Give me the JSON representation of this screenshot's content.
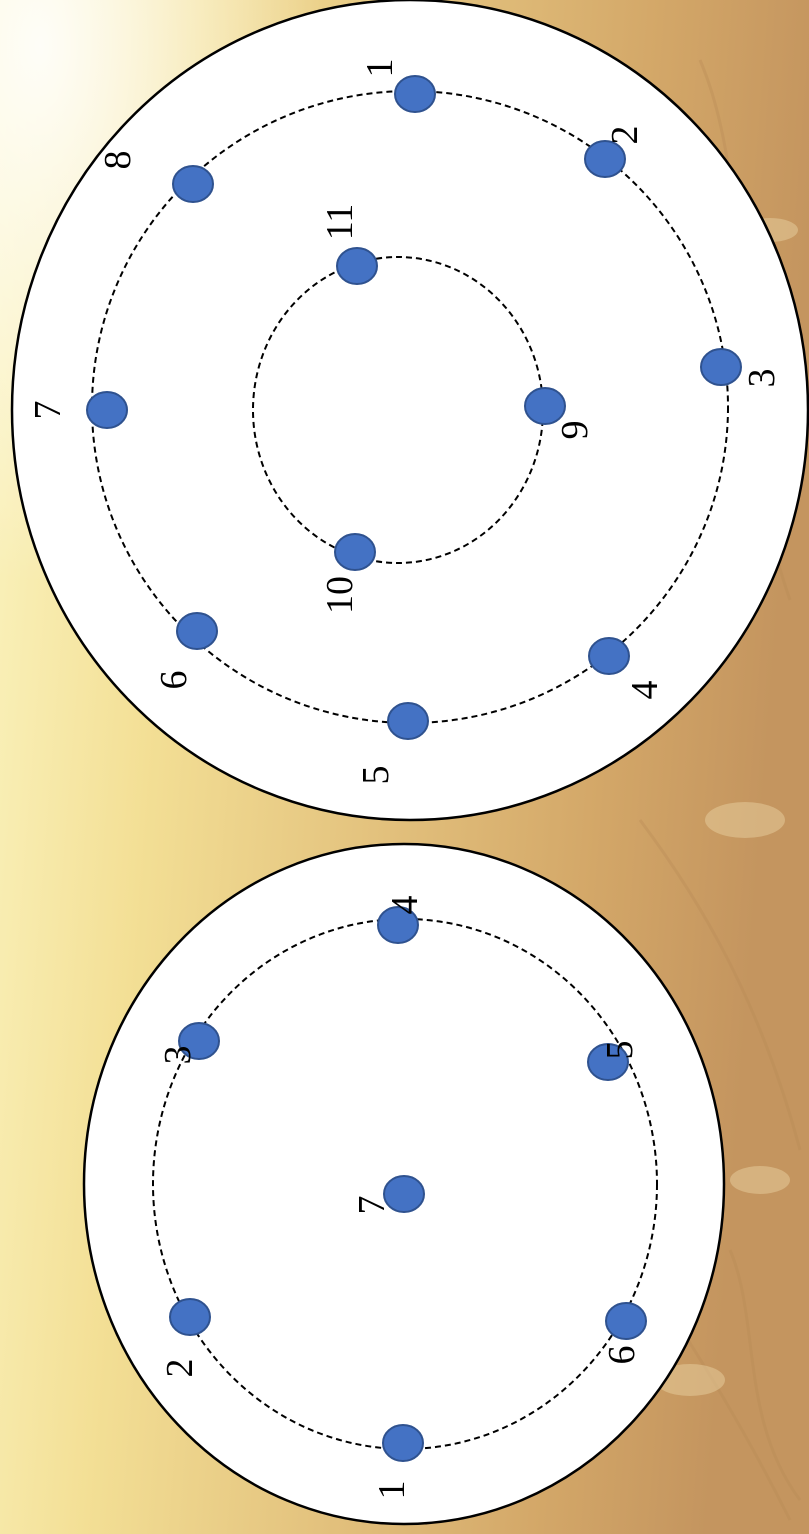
{
  "background": {
    "theme": "wheat-field",
    "colors": [
      "#fbf3b8",
      "#f1dc8c",
      "#e3c07a",
      "#d6a869",
      "#c89a62"
    ]
  },
  "sample_color": "#4472C4",
  "plates": [
    {
      "labels": [
        "1",
        "2",
        "3",
        "4",
        "5",
        "6",
        "7"
      ]
    },
    {
      "labels": [
        "1",
        "2",
        "3",
        "4",
        "5",
        "6",
        "7",
        "8",
        "9",
        "10",
        "11"
      ]
    }
  ]
}
